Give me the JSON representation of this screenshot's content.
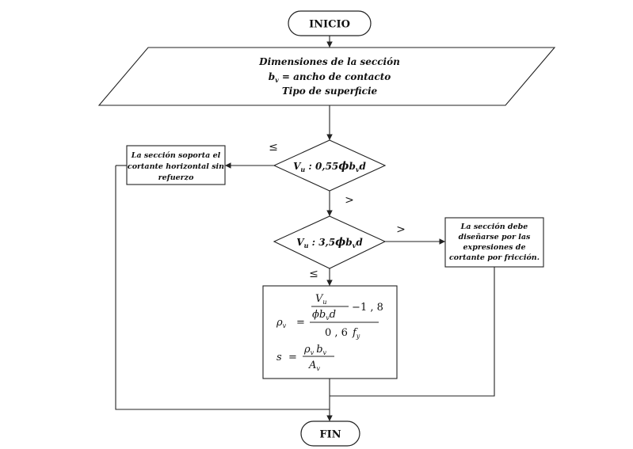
{
  "flowchart": {
    "start_label": "INICIO",
    "end_label": "FIN",
    "input_lines": [
      "Dimensiones de la sección",
      "b",
      "v",
      " = ancho de contacto",
      "Tipo de superficie"
    ],
    "decision1": {
      "V": "V",
      "sub_u": "u",
      "rest": " : 0,55",
      "phi": "ϕ",
      "b": "b",
      "sub_v": "v",
      "d": "d",
      "branch_le": "≤",
      "branch_gt": ">"
    },
    "decision2": {
      "V": "V",
      "sub_u": "u",
      "rest": " : 3,5",
      "phi": "ϕ",
      "b": "b",
      "sub_v": "v",
      "d": "d",
      "branch_gt": ">",
      "branch_le": "≤"
    },
    "box_no_reinforcement": [
      "La sección soporta el",
      "cortante horizontal sin",
      "refuerzo"
    ],
    "box_friction": [
      "La sección debe",
      "diseñarse por las",
      "expresiones de",
      "cortante por fricción."
    ],
    "formula": {
      "rho": "ρ",
      "sub_v": "v",
      "eq": "=",
      "V": "V",
      "sub_u": "u",
      "phi": "ϕ",
      "b": "b",
      "d": "d",
      "minus": "−",
      "c1": "1 , 8",
      "c2": "0 , 6",
      "f": "f",
      "sub_y": "y",
      "s": "s",
      "A": "A"
    }
  }
}
